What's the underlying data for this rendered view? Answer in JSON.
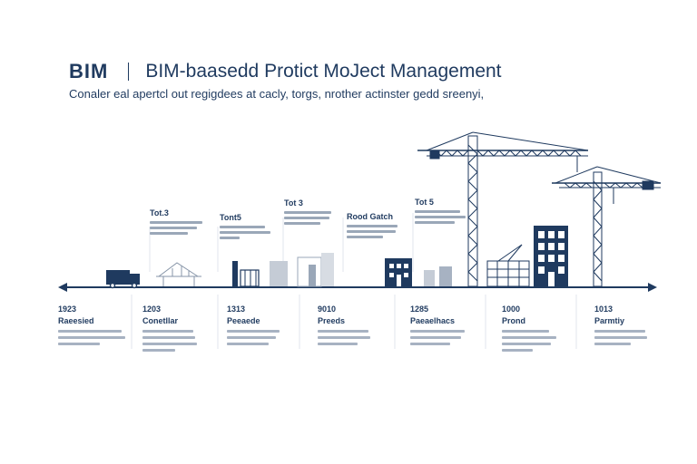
{
  "header": {
    "brand": "BIM",
    "title": "BIM-baasedd Protict MoJect Management",
    "subtitle": "Conaler eal apertcl out regigdees at cacly, torgs, nrother actinster gedd sreenyi,"
  },
  "top_labels": [
    {
      "title": "Tot.3"
    },
    {
      "title": "Tont5"
    },
    {
      "title": "Tot 3"
    },
    {
      "title": "Rood Gatch"
    },
    {
      "title": "Tot 5"
    }
  ],
  "bottom_labels": [
    {
      "year": "1923",
      "name": "Raeesied"
    },
    {
      "year": "1203",
      "name": "Conetllar"
    },
    {
      "year": "1313",
      "name": "Peeaede"
    },
    {
      "year": "9010",
      "name": "Preeds"
    },
    {
      "year": "1285",
      "name": "Paeaelhacs"
    },
    {
      "year": "1000",
      "name": "Prond"
    },
    {
      "year": "1013",
      "name": "Parmtiy"
    }
  ],
  "colors": {
    "navy": "#1f3a5f",
    "light": "#9aa7b8"
  }
}
